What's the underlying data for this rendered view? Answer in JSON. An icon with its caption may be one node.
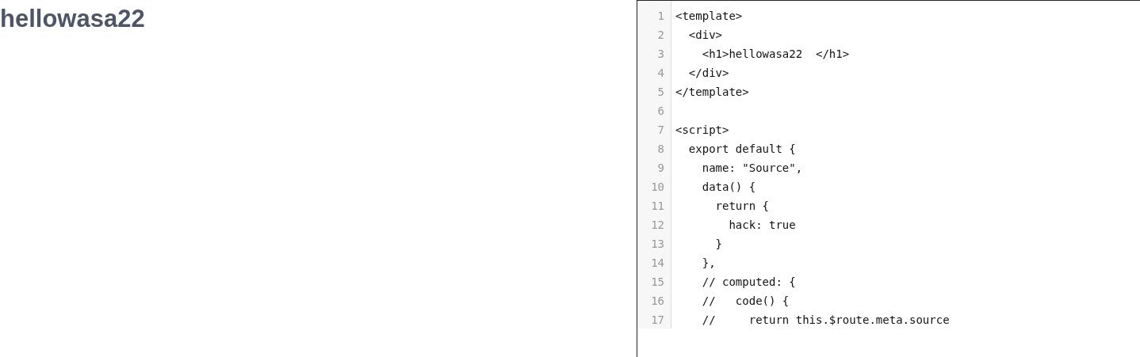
{
  "diagram": {
    "title": "hellowasa22",
    "labels": [
      "1",
      "<template>",
      "2",
      "  <div>",
      "3",
      "    <h1>hellowasa22  </h1>",
      "4",
      "  </div>",
      "5",
      "</template>",
      "6",
      "7",
      "<script>",
      "8",
      "  export default {",
      "9",
      "    name: \"Source\",",
      "10",
      "    data() {",
      "11",
      "      return {",
      "12",
      "        hack: true",
      "13",
      "      }",
      "14",
      "    },",
      "15",
      "    // computed: {",
      "16",
      "    //   code() {",
      "17",
      "    //     return this.$route.meta.source"
    ]
  }
}
